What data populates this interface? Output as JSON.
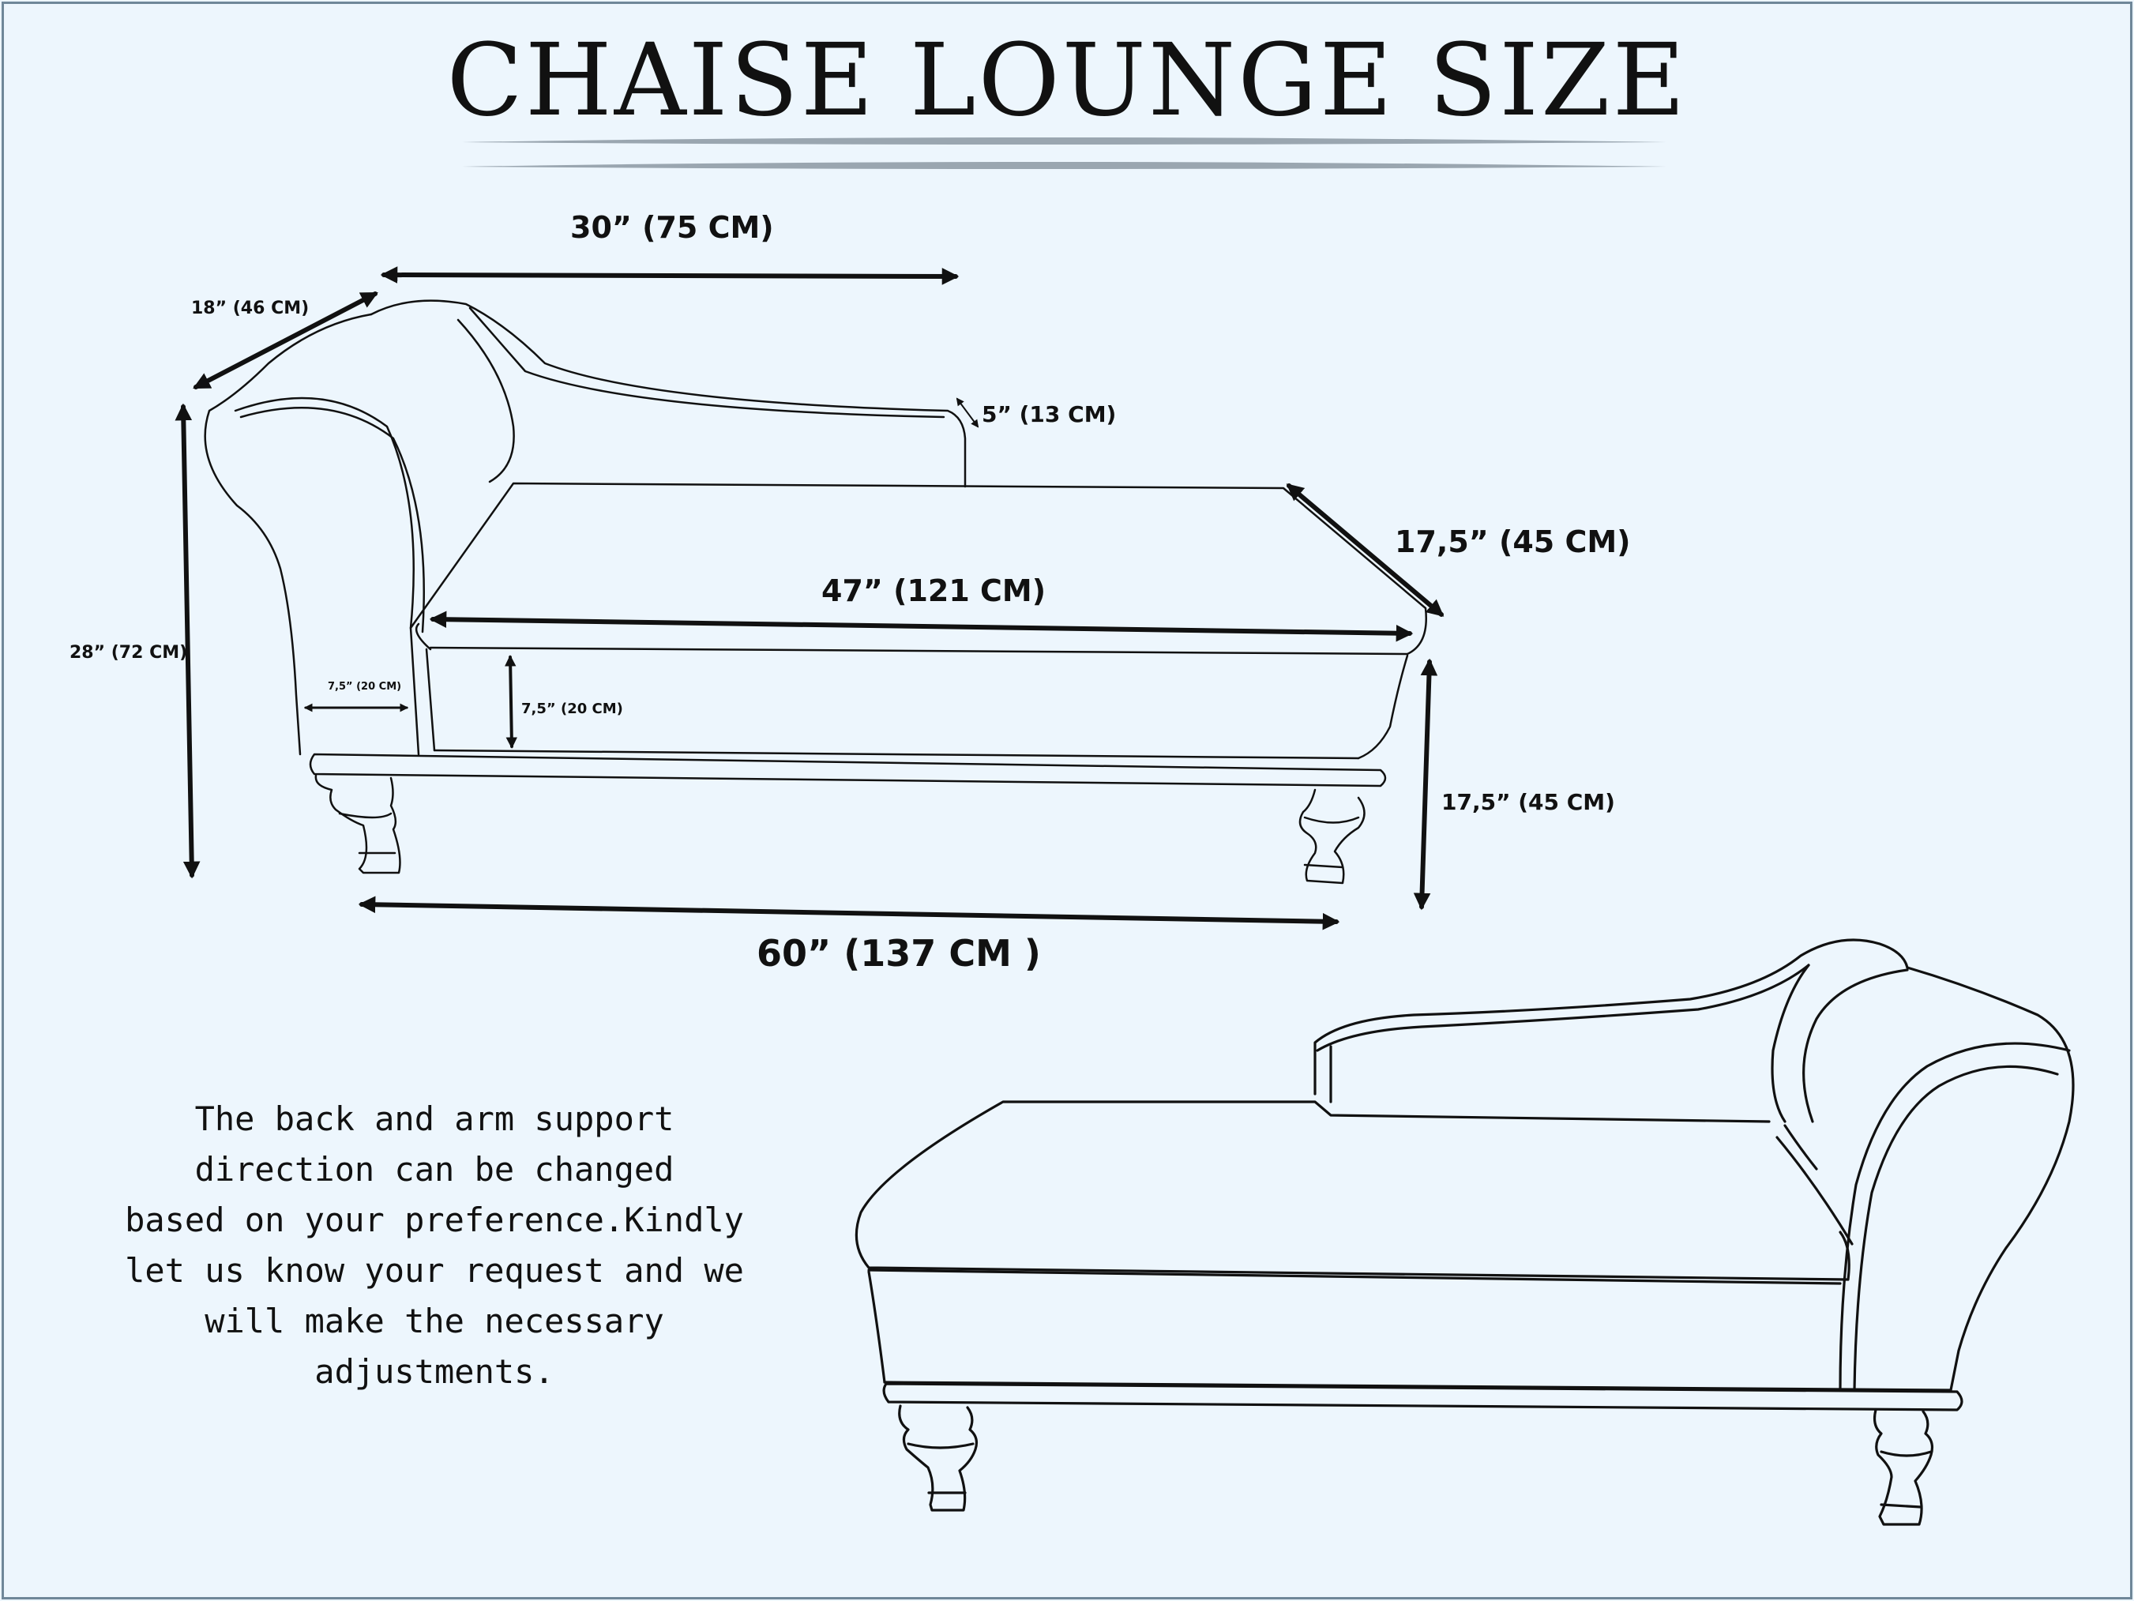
{
  "title": "CHAISE LOUNGE SIZE",
  "dimensions": {
    "back_length": "30” (75 CM)",
    "arm_depth": "18” (46 CM)",
    "back_thickness": "5” (13 CM)",
    "seat_depth": "17,5” (45 CM)",
    "seat_length": "47” (121 CM)",
    "total_height": "28” (72 CM)",
    "arm_width": "7,5” (20 CM)",
    "cushion_height": "7,5” (20 CM)",
    "seat_height": "17,5” (45 CM)",
    "total_length": "60” (137 CM )"
  },
  "note": [
    "The back and arm support",
    "direction can be changed",
    "based on your preference.Kindly",
    "let us know your request and we",
    "will make the necessary adjustments."
  ]
}
